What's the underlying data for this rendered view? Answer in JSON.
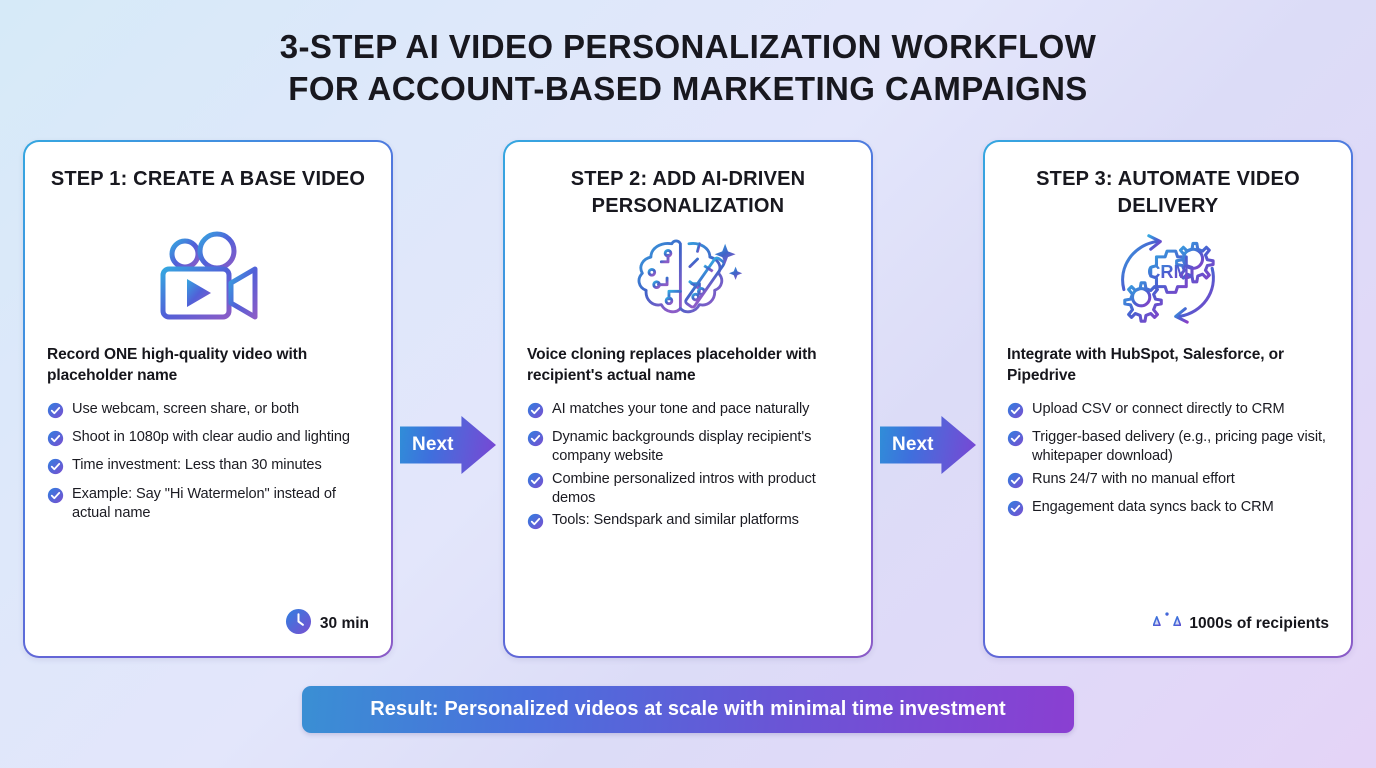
{
  "title": {
    "line1": "3-Step AI Video Personalization Workflow",
    "line2": "for Account-Based Marketing Campaigns"
  },
  "colors": {
    "accent_blue": "#35a7e0",
    "accent_purple": "#8b5cc7",
    "card_bg": "#ffffff",
    "text": "#18181f"
  },
  "arrows": [
    {
      "label": "Next"
    },
    {
      "label": "Next"
    }
  ],
  "cards": [
    {
      "title": "Step 1: Create a Base Video",
      "icon": "video-camera-icon",
      "headline": "Record ONE high-quality video with placeholder name",
      "bullets": [
        "Use webcam, screen share, or both",
        "Shoot in 1080p with clear audio and lighting",
        "Time investment: Less than 30 minutes",
        "Example: Say \"Hi Watermelon\" instead of actual name"
      ],
      "footer": {
        "icon": "clock-icon",
        "label": "30 min"
      }
    },
    {
      "title": "Step 2: Add AI-Driven Personalization",
      "icon": "brain-magic-wand-icon",
      "headline": "Voice cloning replaces placeholder with recipient's actual name",
      "bullets": [
        "AI matches your tone and pace naturally",
        "Dynamic backgrounds display recipient's company website",
        "Combine personalized intros with product demos",
        "Tools: Sendspark and similar platforms"
      ],
      "footer": {
        "icon": "",
        "label": ""
      }
    },
    {
      "title": "Step 3: Automate Video Delivery",
      "icon": "crm-gears-icon",
      "headline": "Integrate with HubSpot, Salesforce, or Pipedrive",
      "bullets": [
        "Upload CSV or connect directly to CRM",
        "Trigger-based delivery (e.g., pricing page visit, whitepaper download)",
        "Runs 24/7 with no manual effort",
        "Engagement data syncs back to CRM"
      ],
      "footer": {
        "icon": "scales-icon",
        "label": "1000s of recipients"
      }
    }
  ],
  "result": {
    "text": "Result: Personalized videos at scale with minimal time investment"
  }
}
